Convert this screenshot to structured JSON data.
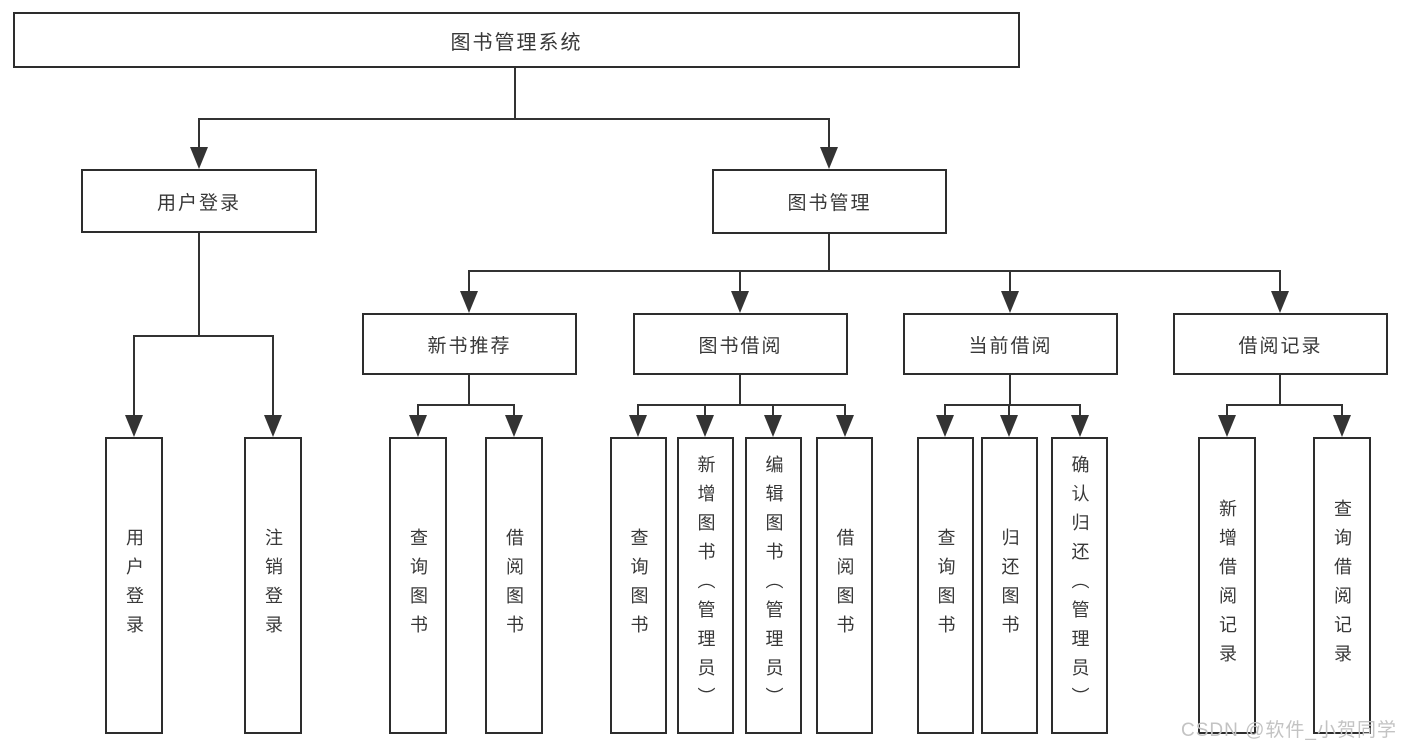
{
  "colors": {
    "background": "#ffffff",
    "line": "#333333",
    "box_border": "#2d2d2d",
    "text": "#383838",
    "watermark": "#c3c3c3"
  },
  "watermark": {
    "text": "CSDN @软件_小贺同学"
  },
  "tree": {
    "root": {
      "label": "图书管理系统"
    },
    "branches": [
      {
        "label": "用户登录",
        "children": [
          {
            "label": "用户登录"
          },
          {
            "label": "注销登录"
          }
        ]
      },
      {
        "label": "图书管理",
        "children": [
          {
            "label": "新书推荐",
            "children": [
              {
                "label": "查询图书"
              },
              {
                "label": "借阅图书"
              }
            ]
          },
          {
            "label": "图书借阅",
            "children": [
              {
                "label": "查询图书"
              },
              {
                "label": "新增图书（管理员）"
              },
              {
                "label": "编辑图书（管理员）"
              },
              {
                "label": "借阅图书"
              }
            ]
          },
          {
            "label": "当前借阅",
            "children": [
              {
                "label": "查询图书"
              },
              {
                "label": "归还图书"
              },
              {
                "label": "确认归还（管理员）"
              }
            ]
          },
          {
            "label": "借阅记录",
            "children": [
              {
                "label": "新增借阅记录"
              },
              {
                "label": "查询借阅记录"
              }
            ]
          }
        ]
      }
    ]
  }
}
